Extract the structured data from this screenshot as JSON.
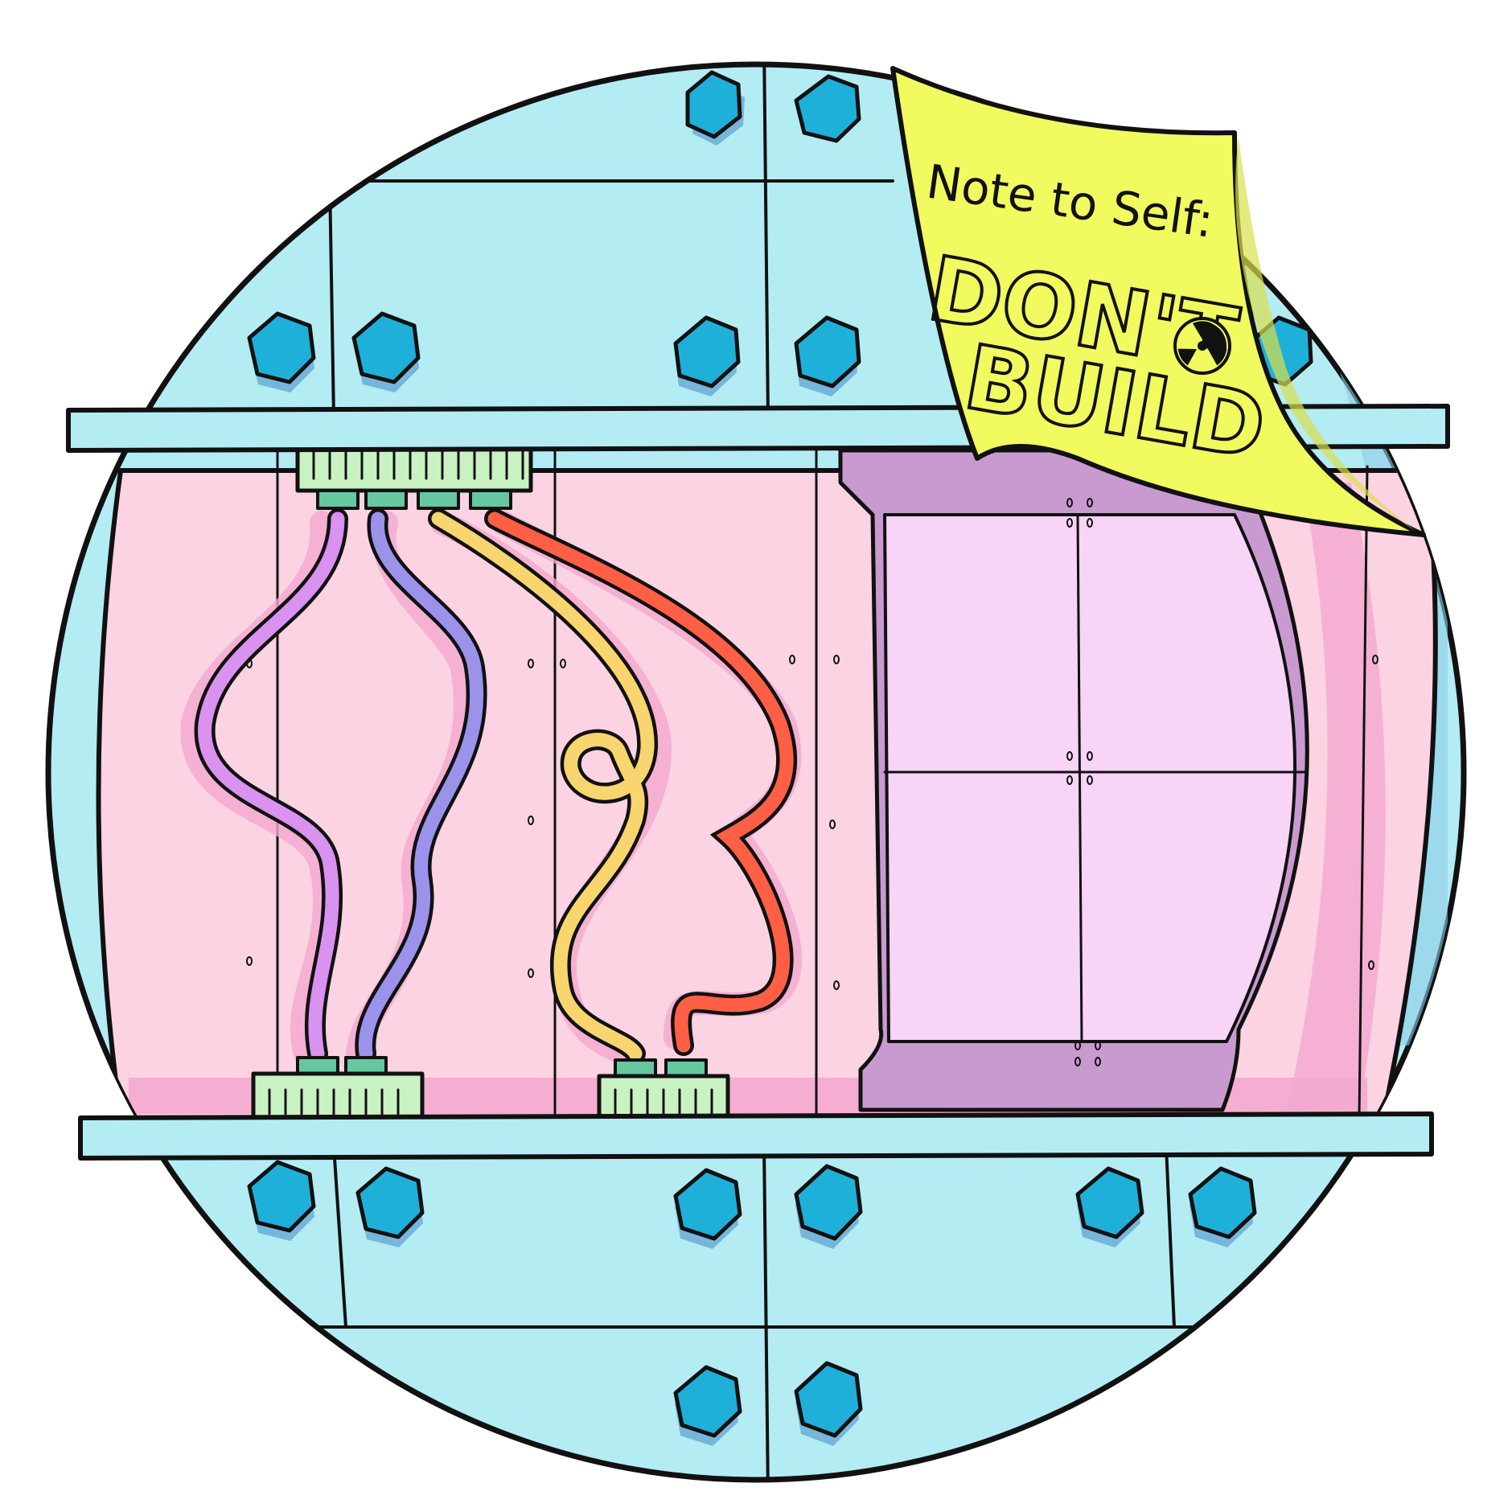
{
  "note": {
    "line1": "Note to Self:",
    "line2": "DON'T",
    "line3": "BUILD",
    "symbol_icon": "radiation-icon"
  },
  "palette": {
    "hull": "#b4ecf4",
    "hull_shadow": "#6fb7d8",
    "bolt": "#1fb0da",
    "bolt_shadow": "#5d9fd0",
    "panel": "#fbd3e2",
    "panel_shadow": "#f4a8cf",
    "door": "#f8d4f6",
    "door_frame": "#c99ad0",
    "connector": "#c9f2c3",
    "connector_cap": "#66c8a0",
    "note": "#f1fa5e",
    "wire_violet": "#d992ef",
    "wire_blue": "#9b92ec",
    "wire_yellow": "#f8d56e",
    "wire_red": "#ff5f45",
    "outline": "#111111"
  }
}
